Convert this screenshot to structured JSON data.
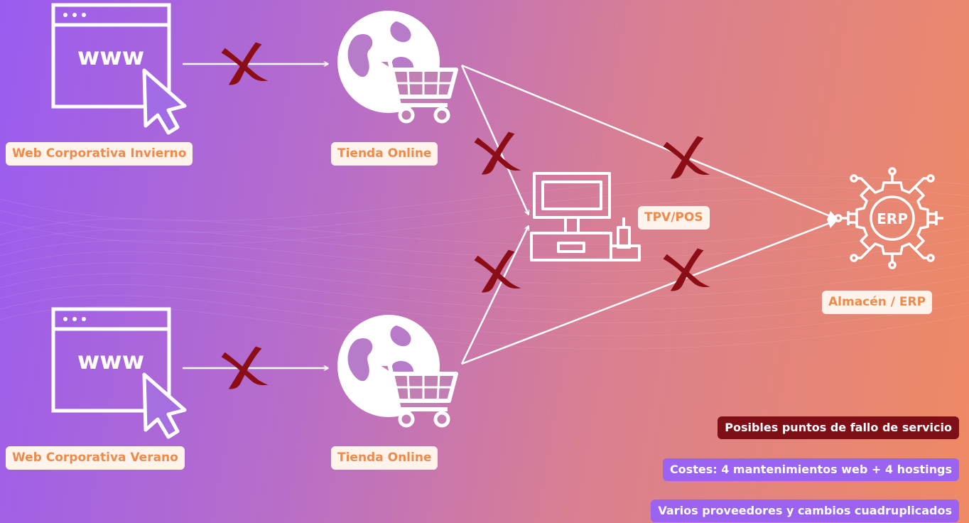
{
  "nodes": {
    "web_invierno": {
      "label": "Web Corporativa Invierno",
      "icon": "browser-www-icon"
    },
    "web_verano": {
      "label": "Web Corporativa Verano",
      "icon": "browser-www-icon"
    },
    "tienda_1": {
      "label": "Tienda Online",
      "icon": "globe-cart-icon"
    },
    "tienda_2": {
      "label": "Tienda Online",
      "icon": "globe-cart-icon"
    },
    "tpv": {
      "label": "TPV/POS",
      "icon": "pos-terminal-icon"
    },
    "erp": {
      "label": "Almacén / ERP",
      "icon": "erp-gear-icon",
      "icon_text": "ERP"
    }
  },
  "icon_texts": {
    "www": "www"
  },
  "legend": {
    "failure": "Posibles puntos de fallo de servicio",
    "costs": "Costes: 4 mantenimientos web + 4 hostings",
    "providers": "Varios proveedores y cambios cuadruplicados"
  },
  "colors": {
    "failure_mark": "#8b0d16",
    "label_text": "#f08a4b",
    "label_bg": "#fff3ec",
    "cost_tag": "#9a63f2",
    "failure_tag": "#7e0f16"
  }
}
